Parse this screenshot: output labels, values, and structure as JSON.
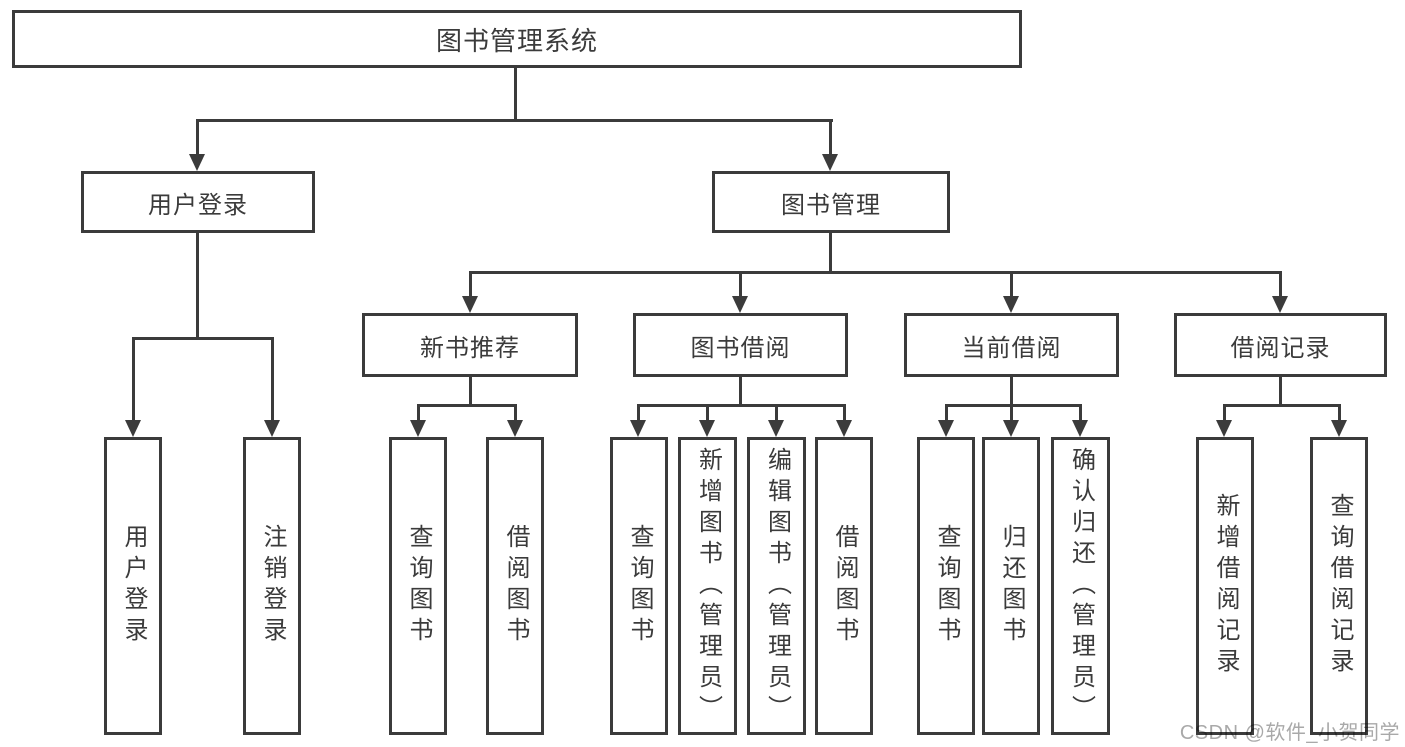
{
  "diagram": {
    "root_label": "图书管理系统",
    "login_branch": {
      "label": "用户登录",
      "children": [
        "用户登录",
        "注销登录"
      ]
    },
    "mgmt_branch": {
      "label": "图书管理",
      "groups": [
        {
          "label": "新书推荐",
          "children": [
            "查询图书",
            "借阅图书"
          ]
        },
        {
          "label": "图书借阅",
          "children": [
            "查询图书",
            "新增图书（管理员）",
            "编辑图书（管理员）",
            "借阅图书"
          ]
        },
        {
          "label": "当前借阅",
          "children": [
            "查询图书",
            "归还图书",
            "确认归还（管理员）"
          ]
        },
        {
          "label": "借阅记录",
          "children": [
            "新增借阅记录",
            "查询借阅记录"
          ]
        }
      ]
    }
  },
  "watermark": "CSDN @软件_小贺同学",
  "colors": {
    "line": "#3b3b3b",
    "text": "#3b3b3b",
    "box_background": "#ffffff",
    "page_background": "#ffffff",
    "watermark": "#a9a9a9"
  }
}
